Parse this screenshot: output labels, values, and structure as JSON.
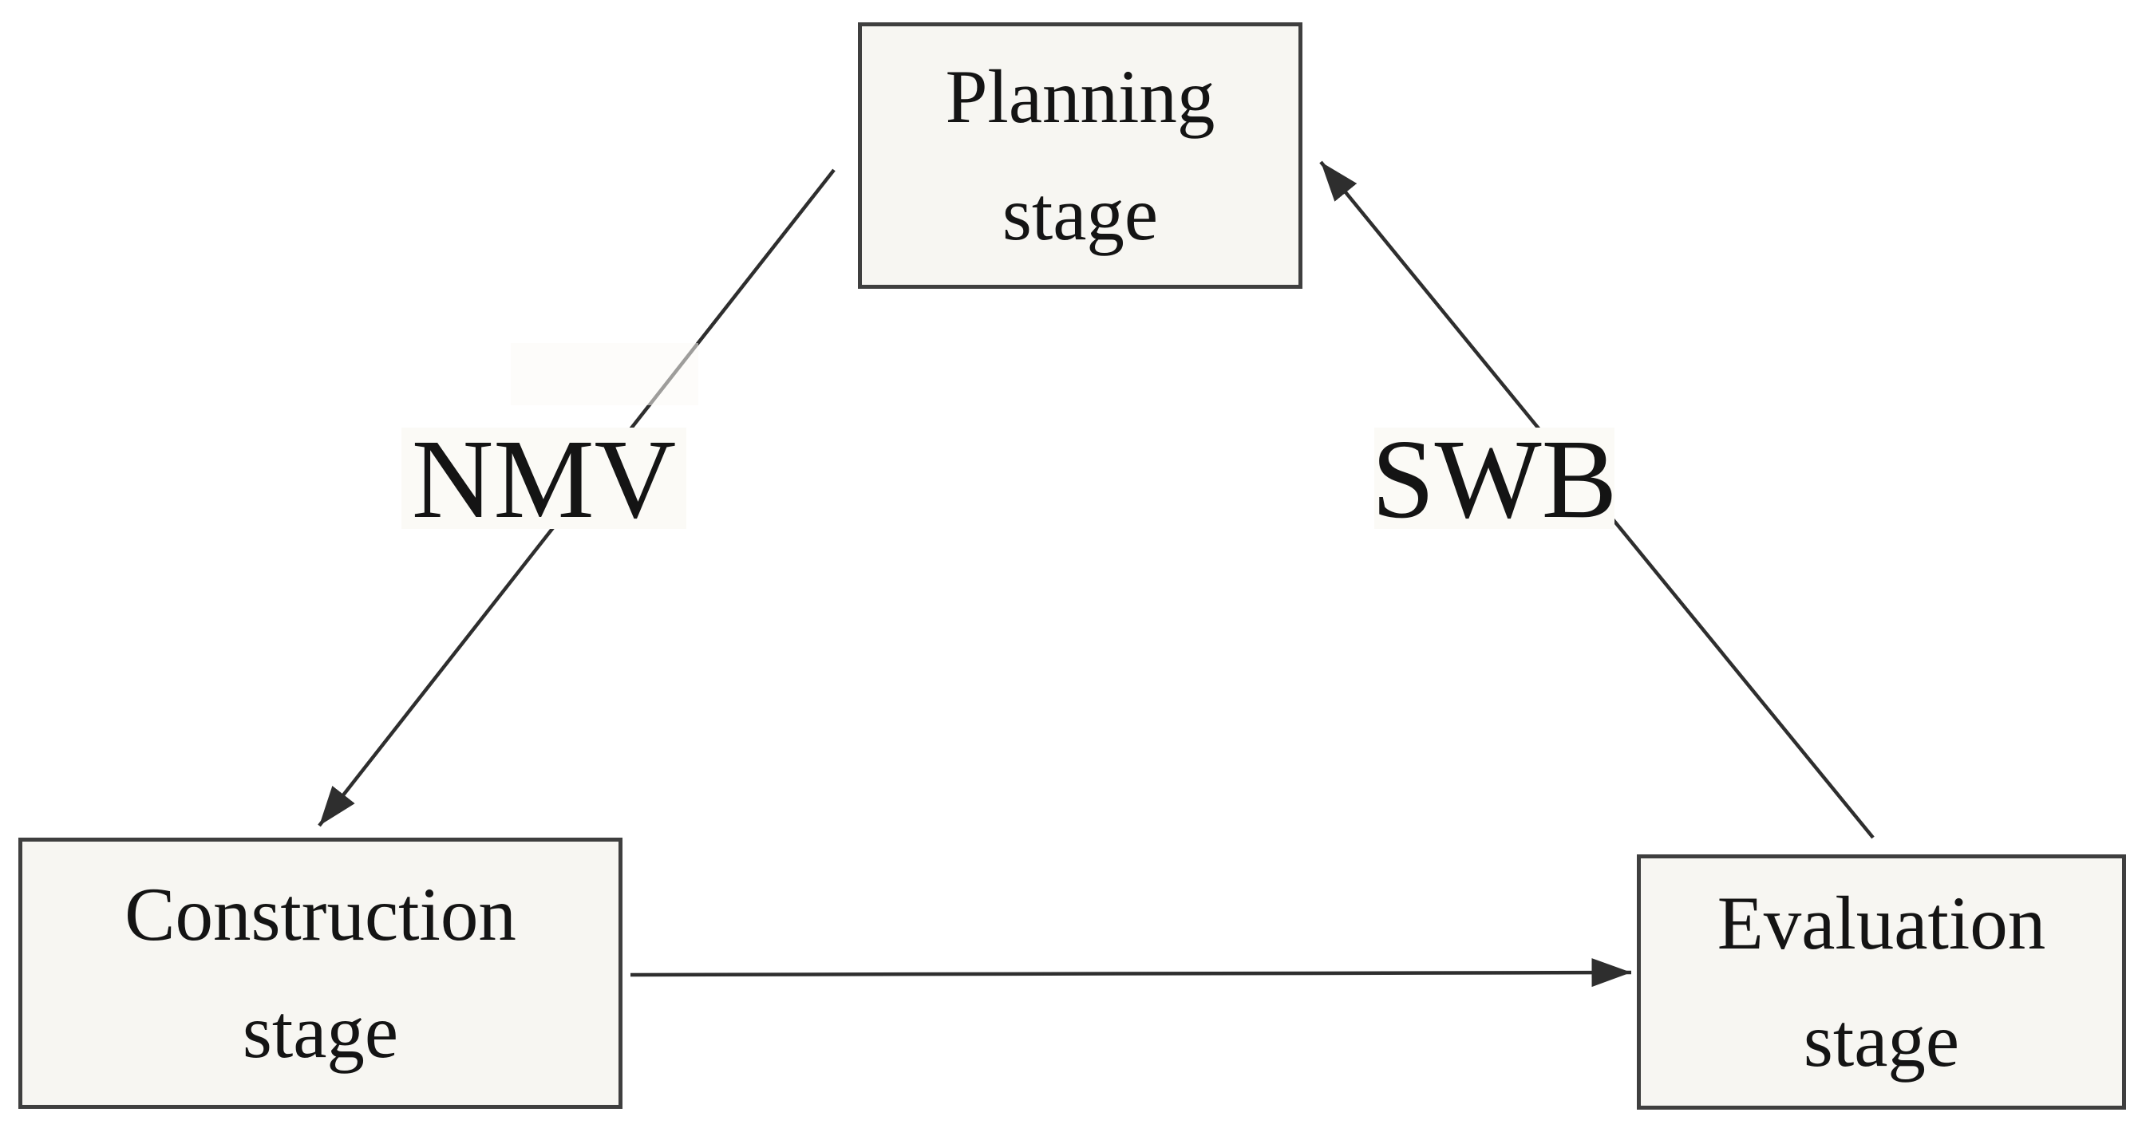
{
  "figure": {
    "type": "cycle-diagram",
    "colors": {
      "background": "#ffffff",
      "box_fill": "#f7f6f2",
      "box_border": "#3f3f3f",
      "arrow": "#2e2e2e",
      "text": "#141414",
      "label_bg": "#fbfaf6"
    },
    "nodes": [
      {
        "id": "planning",
        "line1": "Planning",
        "line2": "stage"
      },
      {
        "id": "construction",
        "line1": "Construction",
        "line2": "stage"
      },
      {
        "id": "evaluation",
        "line1": "Evaluation",
        "line2": "stage"
      }
    ],
    "edges": [
      {
        "from": "planning",
        "to": "construction",
        "label": "NMV"
      },
      {
        "from": "construction",
        "to": "evaluation",
        "label": ""
      },
      {
        "from": "evaluation",
        "to": "planning",
        "label": "SWB"
      }
    ]
  }
}
